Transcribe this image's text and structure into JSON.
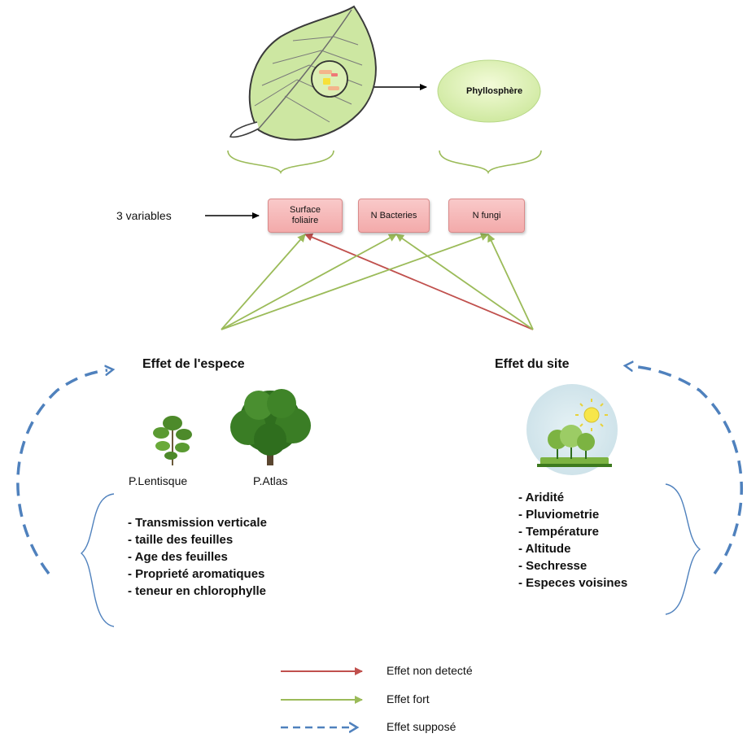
{
  "phyllosphere": "Phyllosphère",
  "variables_label": "3 variables",
  "variables": [
    "Surface foliaire",
    "N Bacteries",
    "N fungi"
  ],
  "effects": {
    "species_title": "Effet de l'espece",
    "site_title": "Effet du site"
  },
  "species": {
    "lentisque": "P.Lentisque",
    "atlas": "P.Atlas"
  },
  "species_factors": [
    "- Transmission verticale",
    "- taille des feuilles",
    "- Age des feuilles",
    "- Proprieté aromatiques",
    "- teneur en chlorophylle"
  ],
  "site_factors": [
    "- Aridité",
    "- Pluviometrie",
    "- Température",
    "- Altitude",
    "- Sechresse",
    "- Especes voisines"
  ],
  "legend": {
    "not_detected": "Effet non detecté",
    "strong": "Effet fort",
    "supposed": "Effet supposé"
  },
  "colors": {
    "not_detected": "#c0504d",
    "strong": "#9bbb59",
    "supposed": "#4f81bd",
    "brace": "#9bbb59",
    "box_fill": "#f6b8b8",
    "ellipse_fill": "#dff2b8"
  }
}
